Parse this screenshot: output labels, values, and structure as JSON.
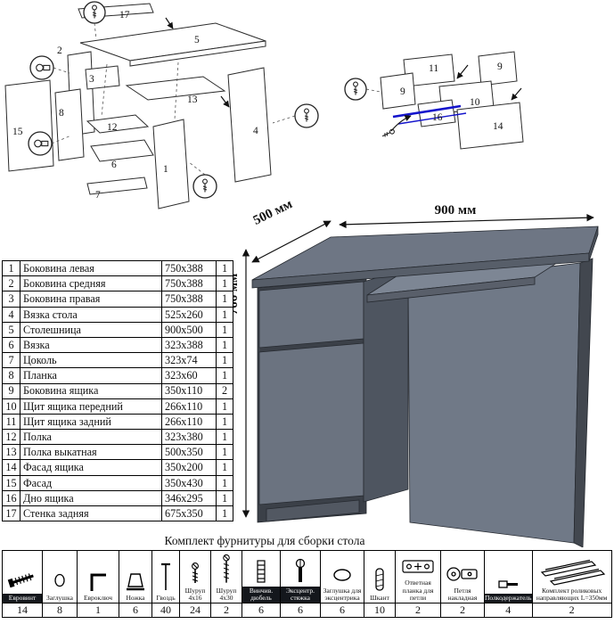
{
  "diagram_left": {
    "labels": [
      "17",
      "5",
      "2",
      "3",
      "13",
      "15",
      "8",
      "12",
      "6",
      "7",
      "1",
      "4"
    ]
  },
  "diagram_right": {
    "labels": [
      "11",
      "9",
      "9",
      "10",
      "16",
      "14"
    ]
  },
  "desk": {
    "dim_width": "900 мм",
    "dim_depth": "500 мм",
    "dim_height": "766 мм",
    "colors": {
      "top": "#6e7684",
      "front": "#6b7380",
      "side": "#4e5560",
      "edge": "#575e69",
      "guide_highlight": "#1414cc"
    }
  },
  "parts": {
    "rows": [
      {
        "num": "1",
        "name": "Боковина левая",
        "size": "750x388",
        "qty": "1"
      },
      {
        "num": "2",
        "name": "Боковина средняя",
        "size": "750x388",
        "qty": "1"
      },
      {
        "num": "3",
        "name": "Боковина правая",
        "size": "750x388",
        "qty": "1"
      },
      {
        "num": "4",
        "name": "Вязка стола",
        "size": "525x260",
        "qty": "1"
      },
      {
        "num": "5",
        "name": "Столешница",
        "size": "900x500",
        "qty": "1"
      },
      {
        "num": "6",
        "name": "Вязка",
        "size": "323x388",
        "qty": "1"
      },
      {
        "num": "7",
        "name": "Цоколь",
        "size": "323x74",
        "qty": "1"
      },
      {
        "num": "8",
        "name": "Планка",
        "size": "323x60",
        "qty": "1"
      },
      {
        "num": "9",
        "name": "Боковина ящика",
        "size": "350x110",
        "qty": "2"
      },
      {
        "num": "10",
        "name": "Щит ящика передний",
        "size": "266x110",
        "qty": "1"
      },
      {
        "num": "11",
        "name": "Щит ящика задний",
        "size": "266x110",
        "qty": "1"
      },
      {
        "num": "12",
        "name": "Полка",
        "size": "323x380",
        "qty": "1"
      },
      {
        "num": "13",
        "name": "Полка выкатная",
        "size": "500x350",
        "qty": "1"
      },
      {
        "num": "14",
        "name": "Фасад ящика",
        "size": "350x200",
        "qty": "1"
      },
      {
        "num": "15",
        "name": "Фасад",
        "size": "350x430",
        "qty": "1"
      },
      {
        "num": "16",
        "name": "Дно ящика",
        "size": "346x295",
        "qty": "1"
      },
      {
        "num": "17",
        "name": "Стенка задняя",
        "size": "675x350",
        "qty": "1"
      }
    ]
  },
  "hardware": {
    "title": "Комплект фурнитуры для сборки стола",
    "items": [
      {
        "label": "Евровинт",
        "qty": "14",
        "icon": "euro-screw"
      },
      {
        "label": "Заглушка",
        "qty": "8",
        "icon": "cap"
      },
      {
        "label": "Евроключ",
        "qty": "1",
        "icon": "hex-key"
      },
      {
        "label": "Ножка",
        "qty": "6",
        "icon": "leg"
      },
      {
        "label": "Гвоздь",
        "qty": "40",
        "icon": "nail"
      },
      {
        "label": "Шуруп 4x16",
        "qty": "24",
        "icon": "screw"
      },
      {
        "label": "Шуруп 4x30",
        "qty": "2",
        "icon": "screw-long"
      },
      {
        "label": "Винчив. дюбель",
        "qty": "6",
        "icon": "drive-dowel"
      },
      {
        "label": "Эксцентр. стяжка",
        "qty": "6",
        "icon": "cam-bolt"
      },
      {
        "label": "Заглушка для эксцентрика",
        "qty": "6",
        "icon": "cam-cover"
      },
      {
        "label": "Шкант",
        "qty": "10",
        "icon": "wood-dowel"
      },
      {
        "label": "Ответная планка для петли",
        "qty": "2",
        "icon": "hinge-plate"
      },
      {
        "label": "Петля накладная",
        "qty": "2",
        "icon": "hinge"
      },
      {
        "label": "Полкодержатель",
        "qty": "4",
        "icon": "shelf-support"
      },
      {
        "label": "Комплект роликовых направляющих L=350мм",
        "qty": "2",
        "icon": "roller-guides"
      }
    ]
  }
}
